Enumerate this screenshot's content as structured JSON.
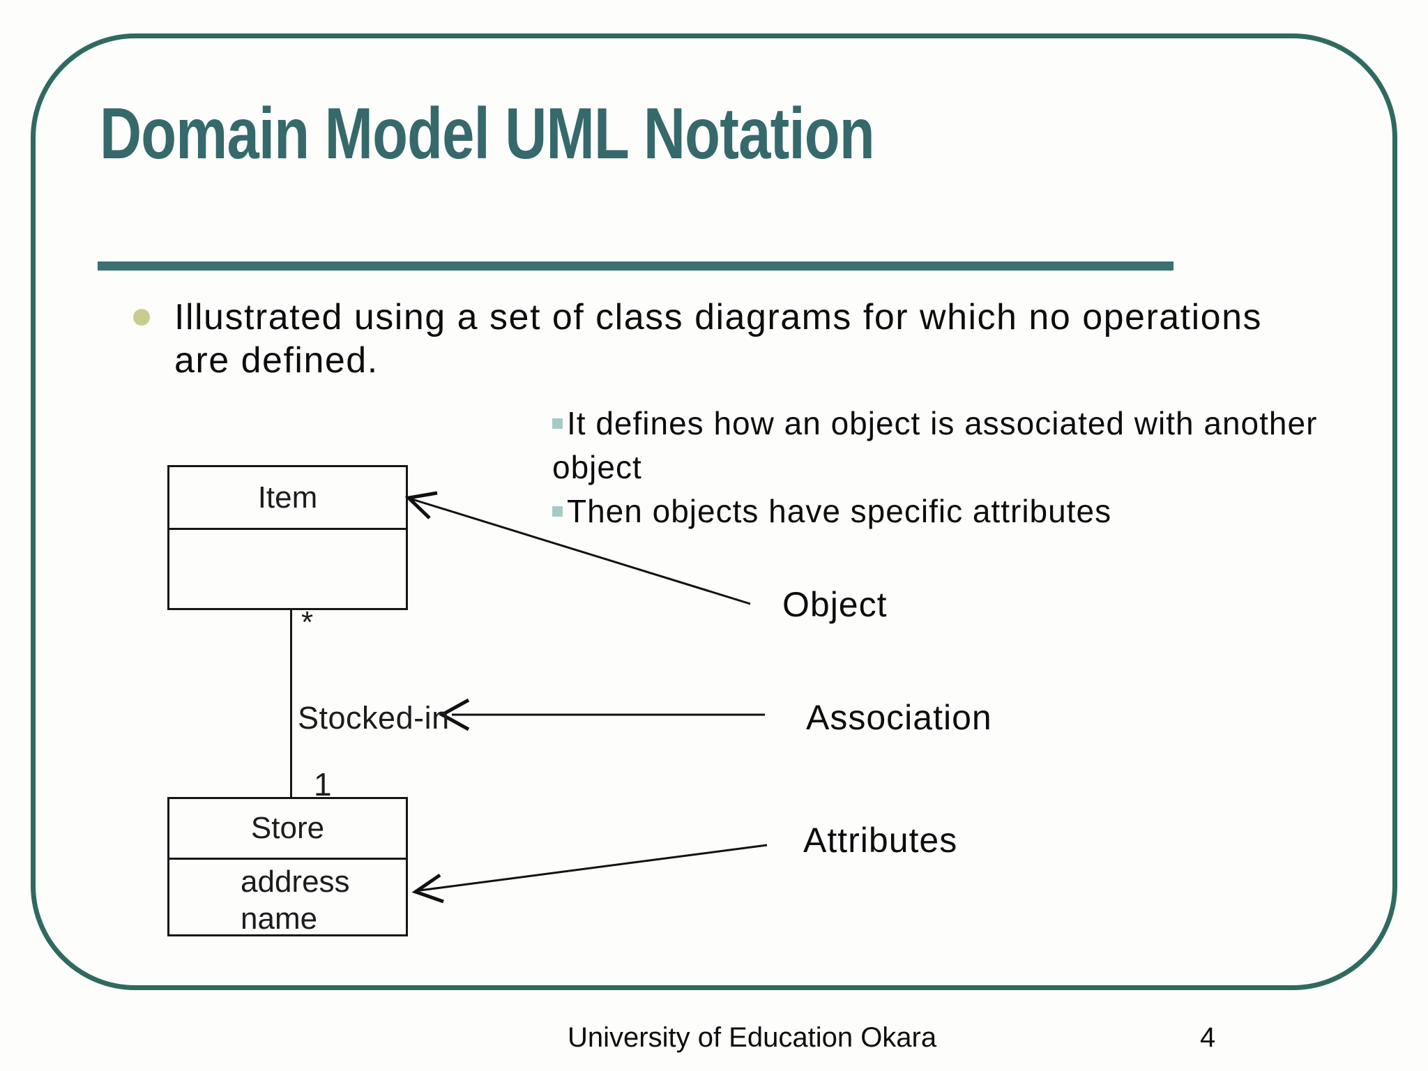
{
  "slide_title": "Domain Model UML Notation",
  "main_bullet": {
    "text": "Illustrated using a set of class diagrams for which no operations are defined."
  },
  "sub_bullets": [
    {
      "text": "It defines how an object is associated with another object"
    },
    {
      "text": "Then objects have specific attributes"
    }
  ],
  "diagram": {
    "classes": [
      {
        "name": "Item",
        "attributes": []
      },
      {
        "name": "Store",
        "attributes": [
          "address",
          "name"
        ]
      }
    ],
    "association": {
      "label": "Stocked-in",
      "multiplicity_item_end": "*",
      "multiplicity_store_end": "1"
    },
    "callouts": {
      "object": "Object",
      "association": "Association",
      "attributes": "Attributes"
    }
  },
  "footer": {
    "text": "University of Education Okara",
    "page_number": "4"
  },
  "colors": {
    "title_teal": "#35696b",
    "rule_teal": "#3b7171",
    "frame_teal": "#2f6a5f",
    "bullet_olive": "#c9cc8f",
    "sub_bullet_teal": "#a6cbc7",
    "diagram_ink": "#161616"
  }
}
